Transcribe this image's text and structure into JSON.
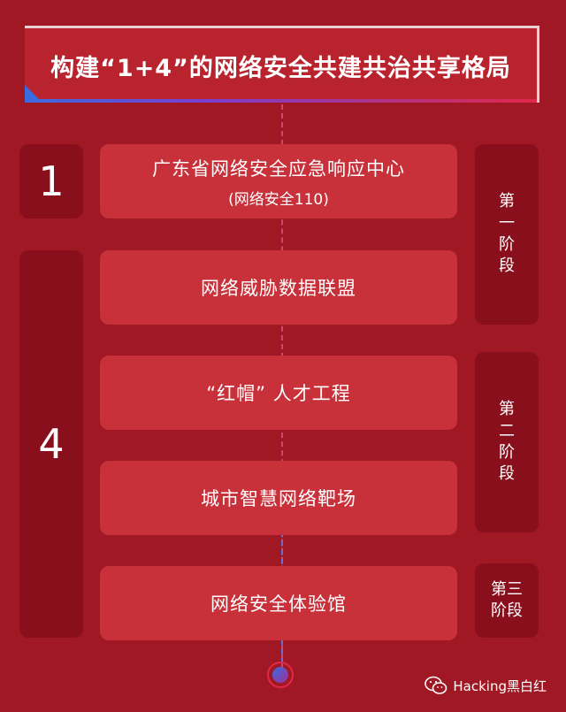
{
  "title": "构建“1+4”的网络安全共建共治共享格局",
  "numbers": {
    "one": "1",
    "four": "4"
  },
  "items": [
    {
      "main": "广东省网络安全应急响应中心",
      "sub": "(网络安全110)"
    },
    {
      "main": "网络威胁数据联盟"
    },
    {
      "main": "“红帽” 人才工程"
    },
    {
      "main": "城市智慧网络靶场"
    },
    {
      "main": "网络安全体验馆"
    }
  ],
  "stages": [
    {
      "label": "第一阶段"
    },
    {
      "label": "第二阶段"
    },
    {
      "label": "第三阶段"
    }
  ],
  "footer": {
    "account": "Hacking黑白红",
    "icon": "wechat-icon"
  },
  "colors": {
    "background": "#a01824",
    "item": "#c8303a",
    "side": "#8a0f1c",
    "accent_blue": "#3b6be0"
  }
}
